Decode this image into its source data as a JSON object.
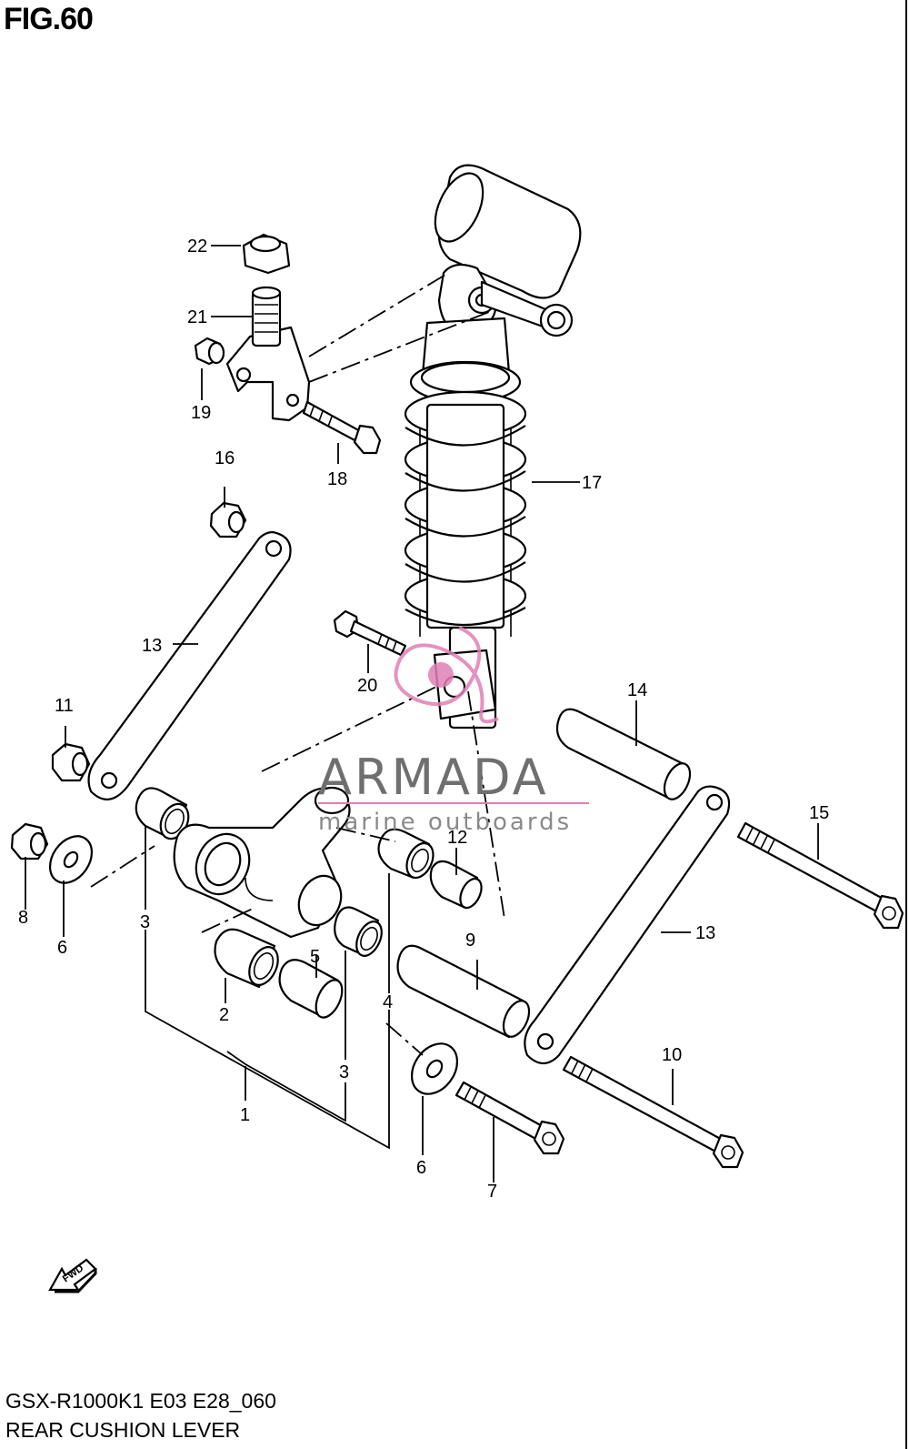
{
  "figure": {
    "title": "FIG.60",
    "model_code": "GSX-R1000K1 E03 E28_060",
    "caption": "REAR CUSHION LEVER"
  },
  "watermark": {
    "brand": "ARMADA",
    "tagline": "marine outboards",
    "accent_color": "#e07fb4"
  },
  "fwd_arrow": {
    "label": "FWD"
  },
  "callouts": {
    "c1": "1",
    "c2": "2",
    "c3a": "3",
    "c3b": "3",
    "c4": "4",
    "c5": "5",
    "c6a": "6",
    "c6b": "6",
    "c7": "7",
    "c8": "8",
    "c9": "9",
    "c10": "10",
    "c11": "11",
    "c12": "12",
    "c13a": "13",
    "c13b": "13",
    "c14": "14",
    "c15": "15",
    "c16": "16",
    "c17": "17",
    "c18": "18",
    "c19": "19",
    "c20": "20",
    "c21": "21",
    "c22": "22"
  }
}
